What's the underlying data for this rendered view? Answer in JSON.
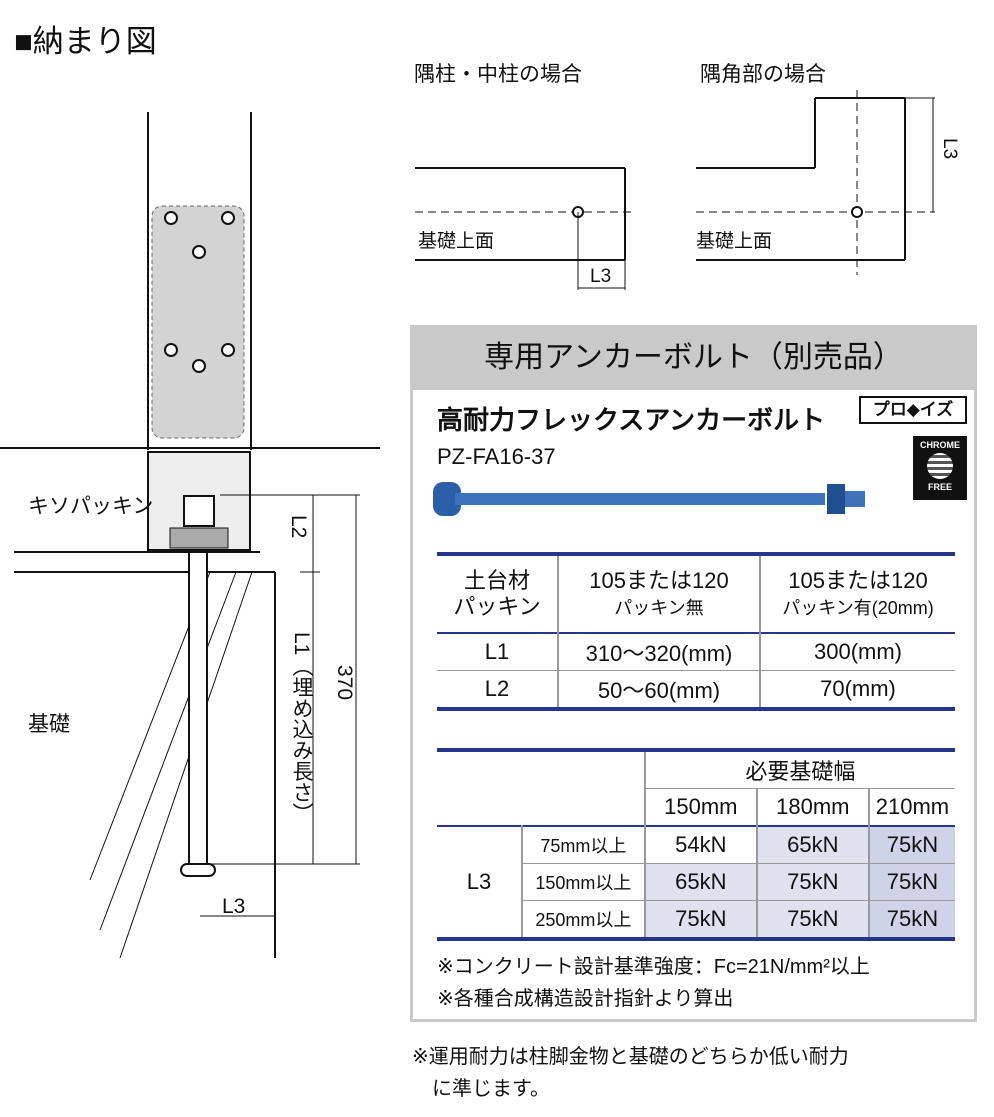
{
  "title": "■納まり図",
  "left_diagram": {
    "label_packing": "キソパッキン",
    "label_foundation": "基礎",
    "label_l2": "L2",
    "label_l1": "L1（埋め込み長さ）",
    "label_370": "370",
    "label_l3": "L3"
  },
  "corner_diagrams": {
    "pillar": {
      "title": "隅柱・中柱の場合",
      "surface": "基礎上面",
      "l3": "L3"
    },
    "corner": {
      "title": "隅角部の場合",
      "surface": "基礎上面",
      "l3": "L3"
    }
  },
  "spec": {
    "header": "専用アンカーボルト（別売品）",
    "product_name": "高耐力フレックスアンカーボルト",
    "product_code": "PZ-FA16-37",
    "badge_pro": "プロ◆イズ",
    "badge_chrome": [
      "CHROME",
      "FREE"
    ],
    "table1": {
      "head": [
        [
          "土台材",
          "パッキン"
        ],
        [
          "105または120",
          "パッキン無"
        ],
        [
          "105または120",
          "パッキン有(20mm)"
        ]
      ],
      "rows": [
        [
          "L1",
          "310〜320(mm)",
          "300(mm)"
        ],
        [
          "L2",
          "50〜60(mm)",
          "70(mm)"
        ]
      ]
    },
    "table2": {
      "group_header": "必要基礎幅",
      "cols": [
        "150mm",
        "180mm",
        "210mm"
      ],
      "row_label": "L3",
      "rows": [
        {
          "cond": "75mm以上",
          "vals": [
            "54kN",
            "65kN",
            "75kN"
          ]
        },
        {
          "cond": "150mm以上",
          "vals": [
            "65kN",
            "75kN",
            "75kN"
          ]
        },
        {
          "cond": "250mm以上",
          "vals": [
            "75kN",
            "75kN",
            "75kN"
          ]
        }
      ]
    },
    "notes": [
      "※コンクリート設計基準強度：Fc=21N/mm²以上",
      "※各種合成構造設計指針より算出"
    ]
  },
  "footnote": [
    "※運用耐力は柱脚金物と基礎のどちらか低い耐力",
    "に準じます。"
  ]
}
